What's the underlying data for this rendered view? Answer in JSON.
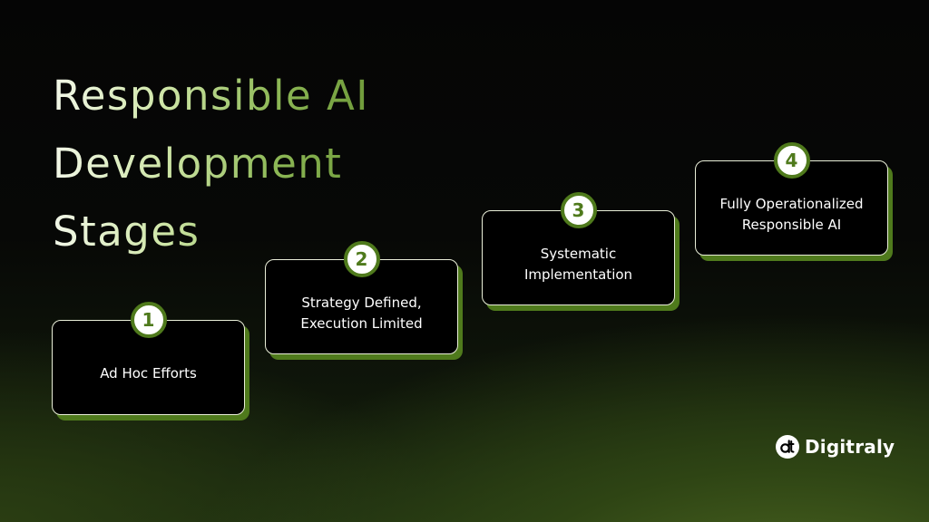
{
  "title": {
    "lines": [
      "Responsible AI",
      "Development",
      "Stages"
    ]
  },
  "stages": [
    {
      "number": "1",
      "label": "Ad Hoc Efforts"
    },
    {
      "number": "2",
      "label": "Strategy Defined,\nExecution Limited"
    },
    {
      "number": "3",
      "label": "Systematic\nImplementation"
    },
    {
      "number": "4",
      "label": "Fully Operationalized\nResponsible AI"
    }
  ],
  "brand": {
    "name": "Digitraly",
    "logo_icon": "dt-monogram-icon"
  },
  "colors": {
    "accent": "#4f7a1c",
    "card_background": "#000000",
    "card_border": "#e9eed8",
    "text": "#ffffff"
  }
}
